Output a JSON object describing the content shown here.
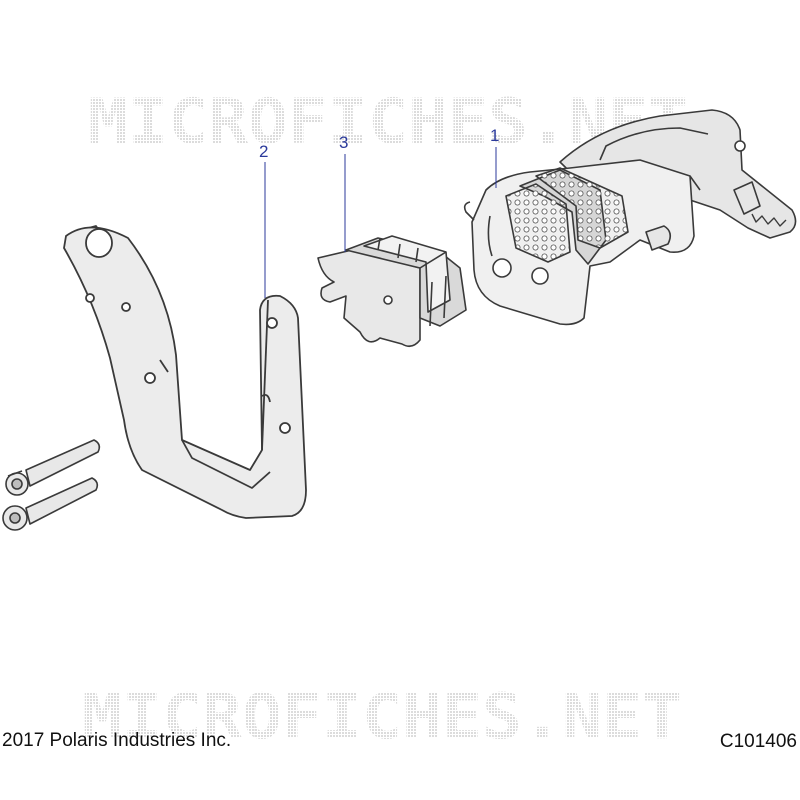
{
  "callouts": [
    {
      "number": "1",
      "part": "caliper"
    },
    {
      "number": "2",
      "part": "bracket"
    },
    {
      "number": "3",
      "part": "brake-pads"
    }
  ],
  "footer": {
    "copyright": "2017 Polaris Industries Inc.",
    "catalog_code": "C101406"
  },
  "colors": {
    "callout": "#2b3a9b",
    "line": "#3a3a3a",
    "fill": "#e8e8e8",
    "shade": "#c9c9c9"
  }
}
